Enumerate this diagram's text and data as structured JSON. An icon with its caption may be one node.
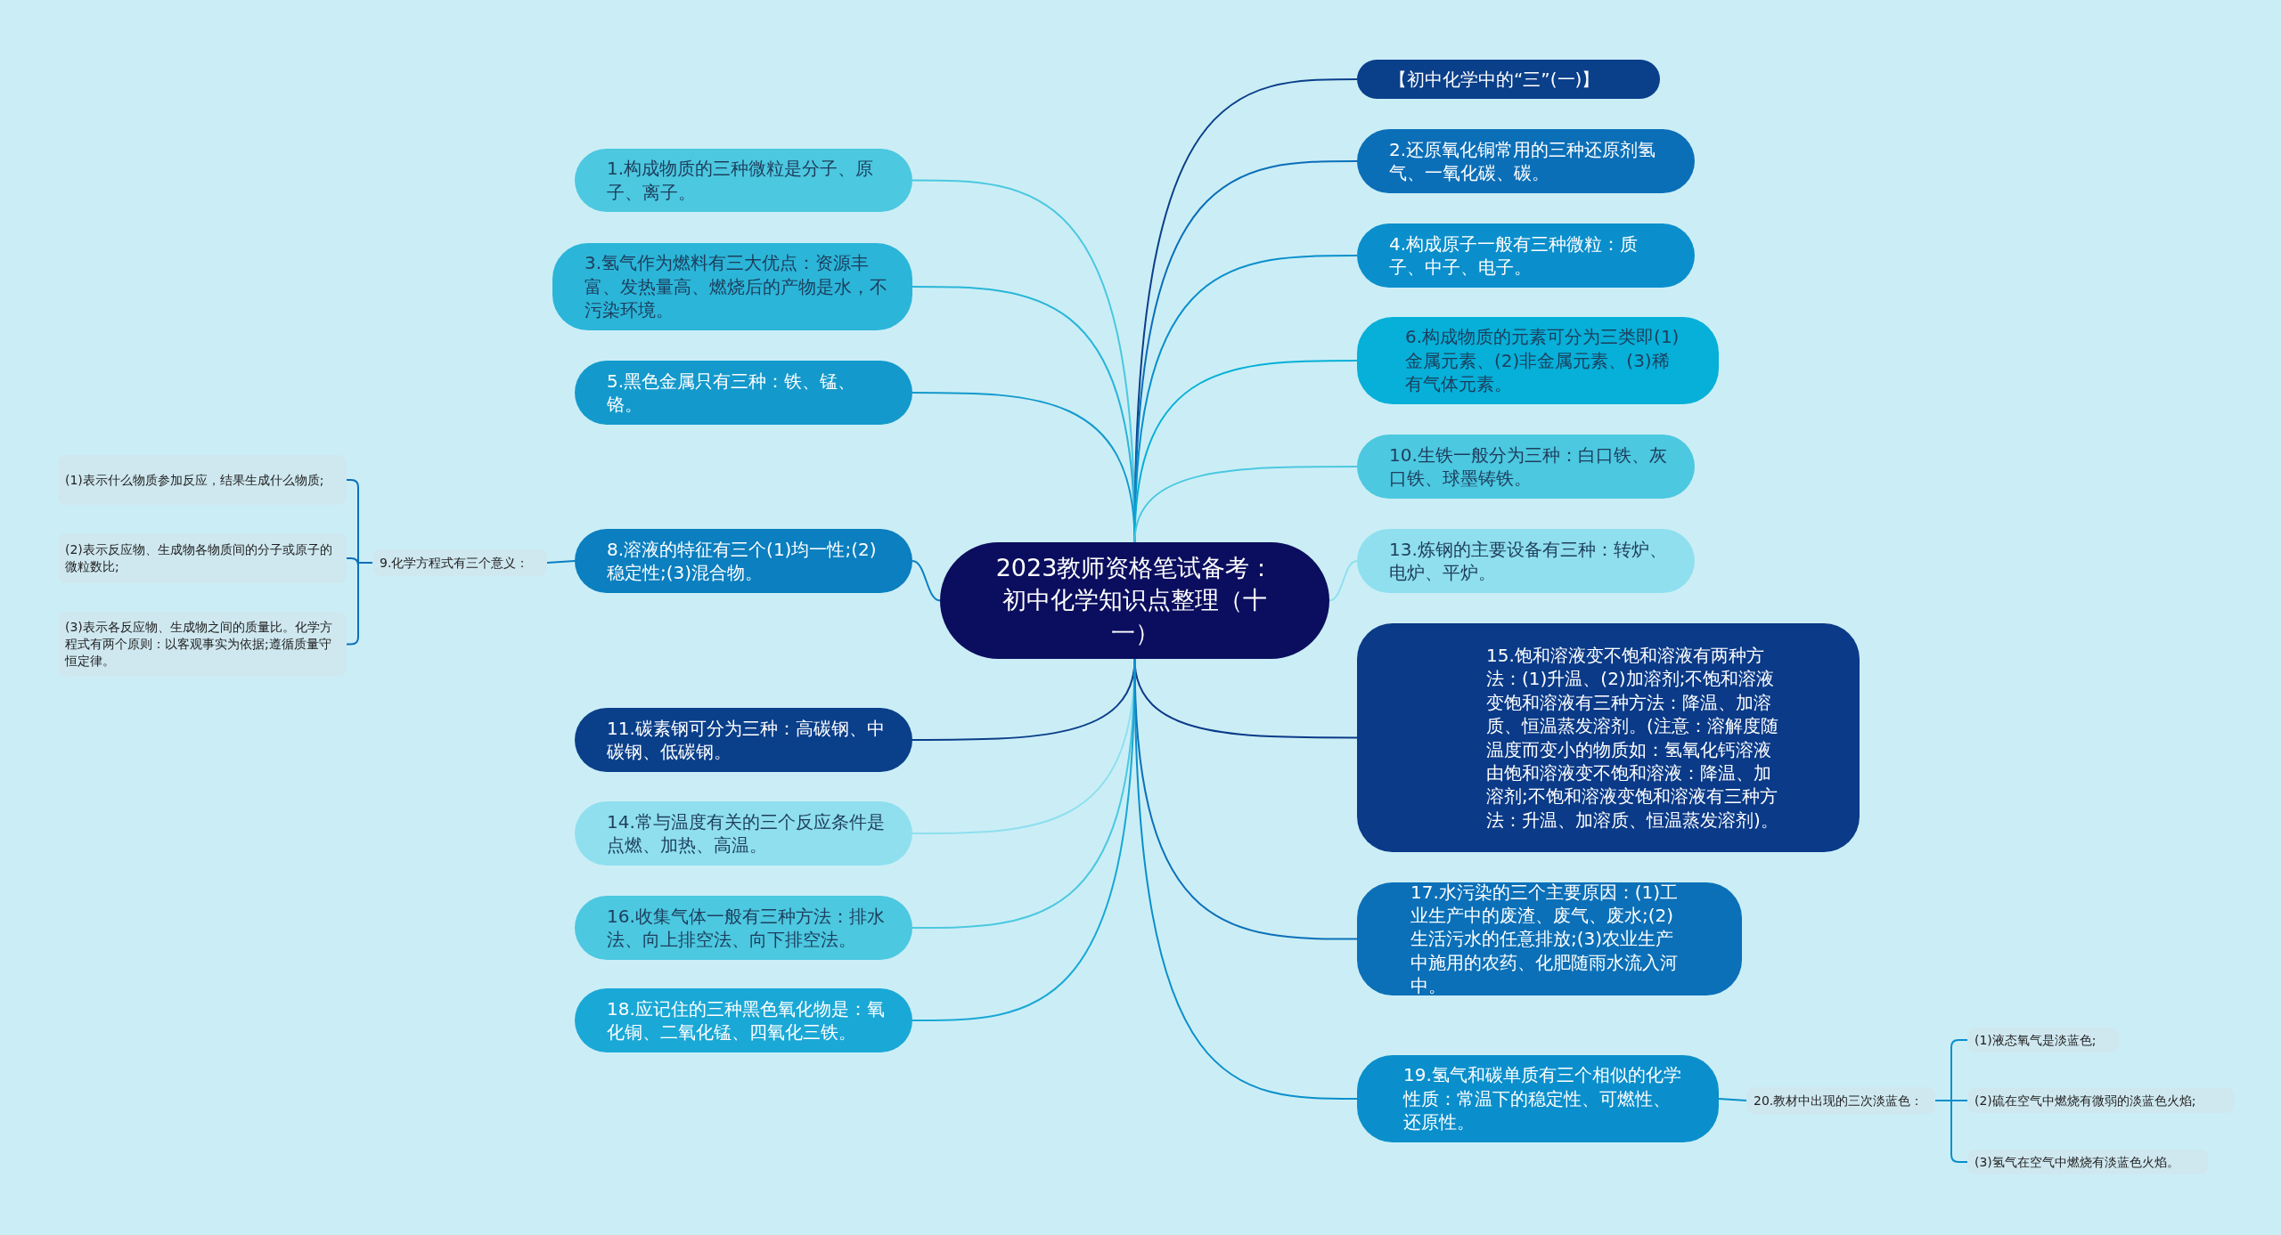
{
  "diagram": {
    "nodes": [
      {
        "text": [
          "2023教师资格笔试备考：初中化学知识点整理（十一）"
        ]
      },
      {
        "text": [
          "【初中化学中的“三”(一)】"
        ]
      },
      {
        "text": [
          "1.构成物质的三种微粒是分子、原子、离子。"
        ]
      },
      {
        "text": [
          "2.还原氧化铜常用的三种还原剂氢气、一氧化碳、碳。"
        ]
      },
      {
        "text": [
          "3.氢气作为燃料有三大优点：资源丰富、发热量高、燃烧后的产物是水，不污染环境。"
        ]
      },
      {
        "text": [
          "4.构成原子一般有三种微粒：质子、中子、电子。"
        ]
      },
      {
        "text": [
          "5.黑色金属只有三种：铁、锰、铬。"
        ]
      },
      {
        "text": [
          "6.构成物质的元素可分为三类即(1)金属元素、(2)非金属元素、(3)稀有气体元素。"
        ]
      },
      {
        "text": [
          "8.溶液的特征有三个(1)均一性;(2)稳定性;(3)混合物。"
        ]
      },
      {
        "text": [
          "9.化学方程式有三个意义："
        ]
      },
      {
        "text": [
          "(1)表示什么物质参加反应，结果生成什么物质;"
        ]
      },
      {
        "text": [
          "(2)表示反应物、生成物各物质间的分子或原子的微粒数比;"
        ]
      },
      {
        "text": [
          "(3)表示各反应物、生成物之间的质量比。化学方程式有两个原则：以客观事实为依据;遵循质量守恒定律。"
        ]
      },
      {
        "text": [
          "10.生铁一般分为三种：白口铁、灰口铁、球墨铸铁。"
        ]
      },
      {
        "text": [
          "11.碳素钢可分为三种：高碳钢、中碳钢、低碳钢。"
        ]
      },
      {
        "text": [
          "13.炼钢的主要设备有三种：转炉、电炉、平炉。"
        ]
      },
      {
        "text": [
          "14.常与温度有关的三个反应条件是点燃、加热、高温。"
        ]
      },
      {
        "text": [
          "15.饱和溶液变不饱和溶液有两种方法：(1)升温、(2)加溶剂;不饱和溶液变饱和溶液有三种方法：降温、加溶质、恒温蒸发溶剂。(注意：溶解度随温度而变小的物质如：氢氧化钙溶液由饱和溶液变不饱和溶液：降温、加溶剂;不饱和溶液变饱和溶液有三种方法：升温、加溶质、恒温蒸发溶剂)。"
        ]
      },
      {
        "text": [
          "16.收集气体一般有三种方法：排水法、向上排空法、向下排空法。"
        ]
      },
      {
        "text": [
          "17.水污染的三个主要原因：(1)工业生产中的废渣、废气、废水;(2)生活污水的任意排放;(3)农业生产中施用的农药、化肥随雨水流入河中。"
        ]
      },
      {
        "text": [
          "18.应记住的三种黑色氧化物是：氧化铜、二氧化锰、四氧化三铁。"
        ]
      },
      {
        "text": [
          "19.氢气和碳单质有三个相似的化学性质：常温下的稳定性、可燃性、还原性。"
        ]
      },
      {
        "text": [
          "20.教材中出现的三次淡蓝色："
        ]
      },
      {
        "text": [
          "(1)液态氧气是淡蓝色;"
        ]
      },
      {
        "text": [
          "(2)硫在空气中燃烧有微弱的淡蓝色火焰;"
        ]
      },
      {
        "text": [
          "(3)氢气在空气中燃烧有淡蓝色火焰。"
        ]
      }
    ],
    "edges": [
      {
        "from": 0,
        "to": 1,
        "arrow": "none",
        "color": "#0a3f8a"
      },
      {
        "from": 0,
        "to": 2,
        "arrow": "none",
        "color": "#4cc8e0"
      },
      {
        "from": 0,
        "to": 3,
        "arrow": "none",
        "color": "#0b6fb8"
      },
      {
        "from": 0,
        "to": 4,
        "arrow": "none",
        "color": "#2bb5d8"
      },
      {
        "from": 0,
        "to": 5,
        "arrow": "none",
        "color": "#0a8fcc"
      },
      {
        "from": 0,
        "to": 6,
        "arrow": "none",
        "color": "#1399cc"
      },
      {
        "from": 0,
        "to": 7,
        "arrow": "none",
        "color": "#06b0d8"
      },
      {
        "from": 0,
        "to": 8,
        "arrow": "none",
        "color": "#0b7fbf"
      },
      {
        "from": 8,
        "to": 9,
        "arrow": "none",
        "color": "#0b7fbf"
      },
      {
        "from": 9,
        "to": 10,
        "arrow": "none",
        "color": "#0b6fb8"
      },
      {
        "from": 9,
        "to": 11,
        "arrow": "none",
        "color": "#0b6fb8"
      },
      {
        "from": 9,
        "to": 12,
        "arrow": "none",
        "color": "#0b6fb8"
      },
      {
        "from": 0,
        "to": 13,
        "arrow": "none",
        "color": "#4cc8e0"
      },
      {
        "from": 0,
        "to": 14,
        "arrow": "none",
        "color": "#0a3f8a"
      },
      {
        "from": 0,
        "to": 15,
        "arrow": "none",
        "color": "#8fdfef"
      },
      {
        "from": 0,
        "to": 16,
        "arrow": "none",
        "color": "#8fdfef"
      },
      {
        "from": 0,
        "to": 17,
        "arrow": "none",
        "color": "#0a3a88"
      },
      {
        "from": 0,
        "to": 18,
        "arrow": "none",
        "color": "#4cc8e0"
      },
      {
        "from": 0,
        "to": 19,
        "arrow": "none",
        "color": "#0b70b8"
      },
      {
        "from": 0,
        "to": 20,
        "arrow": "none",
        "color": "#1aa8d6"
      },
      {
        "from": 0,
        "to": 21,
        "arrow": "none",
        "color": "#0a8fcc"
      },
      {
        "from": 21,
        "to": 22,
        "arrow": "none",
        "color": "#0a8fcc"
      },
      {
        "from": 22,
        "to": 23,
        "arrow": "none",
        "color": "#0a8fcc"
      },
      {
        "from": 22,
        "to": 24,
        "arrow": "none",
        "color": "#0a8fcc"
      },
      {
        "from": 22,
        "to": 25,
        "arrow": "none",
        "color": "#0a8fcc"
      }
    ]
  }
}
